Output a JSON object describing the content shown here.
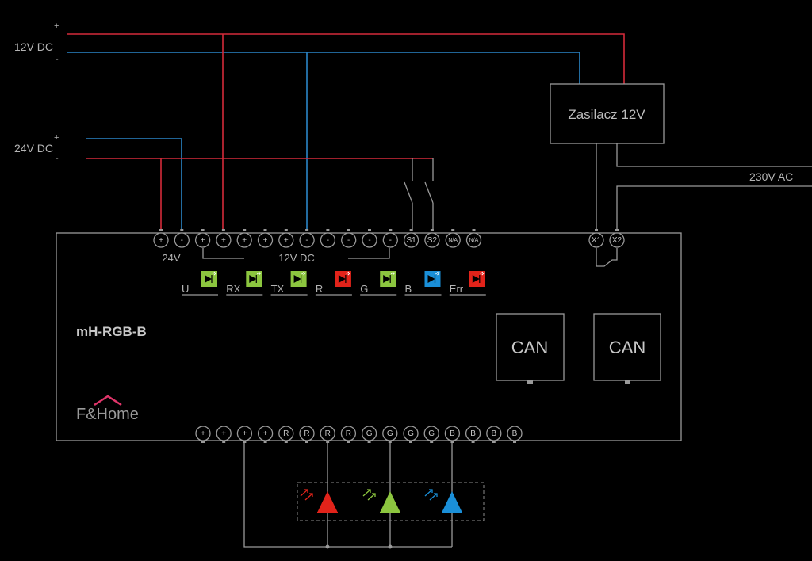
{
  "supply_12v": {
    "label": "12V DC",
    "plus": "+",
    "minus": "-"
  },
  "supply_24v": {
    "label": "24V DC",
    "plus": "+",
    "minus": "-"
  },
  "psu": {
    "label": "Zasilacz 12V"
  },
  "mains": {
    "label": "230V AC"
  },
  "module": {
    "name": "mH-RGB-B",
    "brand": "F&Home"
  },
  "top_terminals": [
    "+",
    "-",
    "+",
    "+",
    "+",
    "+",
    "+",
    "-",
    "-",
    "-",
    "-",
    "-",
    "S1",
    "S2",
    "N/A",
    "N/A"
  ],
  "relay_terminals": [
    "X1",
    "X2"
  ],
  "group_labels": {
    "v24": "24V",
    "v12": "12V DC"
  },
  "indicators": [
    {
      "label": "U",
      "color": "#8cc63f"
    },
    {
      "label": "RX",
      "color": "#8cc63f"
    },
    {
      "label": "TX",
      "color": "#8cc63f"
    },
    {
      "label": "R",
      "color": "#e2231a"
    },
    {
      "label": "G",
      "color": "#8cc63f"
    },
    {
      "label": "B",
      "color": "#1a8fd8"
    },
    {
      "label": "Err",
      "color": "#e2231a"
    }
  ],
  "can_ports": [
    "CAN",
    "CAN"
  ],
  "bottom_terminals": [
    "+",
    "+",
    "+",
    "+",
    "R",
    "R",
    "R",
    "R",
    "G",
    "G",
    "G",
    "G",
    "B",
    "B",
    "B",
    "B"
  ],
  "leds": [
    {
      "name": "red",
      "color": "#e2231a"
    },
    {
      "name": "green",
      "color": "#8cc63f"
    },
    {
      "name": "blue",
      "color": "#1a8fd8"
    }
  ],
  "colors": {
    "positive_wire": "#d42a3a",
    "negative_wire": "#2a86c8",
    "wire": "#9a9a9a",
    "brand_roof": "#e0356a"
  }
}
